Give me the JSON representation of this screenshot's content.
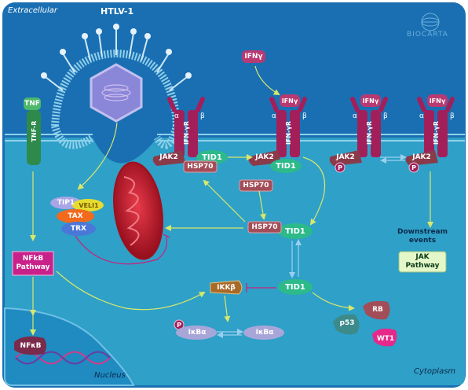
{
  "regions": {
    "extracellular": "Extracellular",
    "cytoplasm": "Cytoplasm",
    "nucleus": "Nucleus"
  },
  "virus": {
    "label": "HTLV-1"
  },
  "brand": {
    "logo_text": "BIOCARTA"
  },
  "proteins": {
    "tnf": "TNF",
    "tnf_r": "TNF-R",
    "ifn_gamma": "IFNγ",
    "ifn_gamma_r": "IFN-γR",
    "alpha": "α",
    "beta": "β",
    "jak2": "JAK2",
    "tid1": "TID1",
    "hsp70": "HSP70",
    "p": "P",
    "tip1": "TIP1",
    "veli1": "VELI1",
    "tax": "TAX",
    "trx": "TRX",
    "nfkb_pathway": "NFkB Pathway",
    "nfkb": "NFκB",
    "ikkb": "IKKβ",
    "ikba": "IκBα",
    "p53": "p53",
    "rb": "RB",
    "wt1": "WT1",
    "downstream_events": "Downstream events",
    "jak_pathway": "JAK Pathway"
  },
  "colors": {
    "cytoplasm": "#2fa0c8",
    "extracellular": "#1a6fb3",
    "membrane": "#7cc3e0",
    "receptor": "#a31f5a",
    "jak2": "#8a3b4a",
    "tid1": "#2dba8a",
    "hsp70": "#a34d58",
    "pathway_box": "#c8228a",
    "jak_box": "#e4f7c8",
    "arrow": "#d8e86a",
    "mitochondrion": "#c9142a"
  }
}
